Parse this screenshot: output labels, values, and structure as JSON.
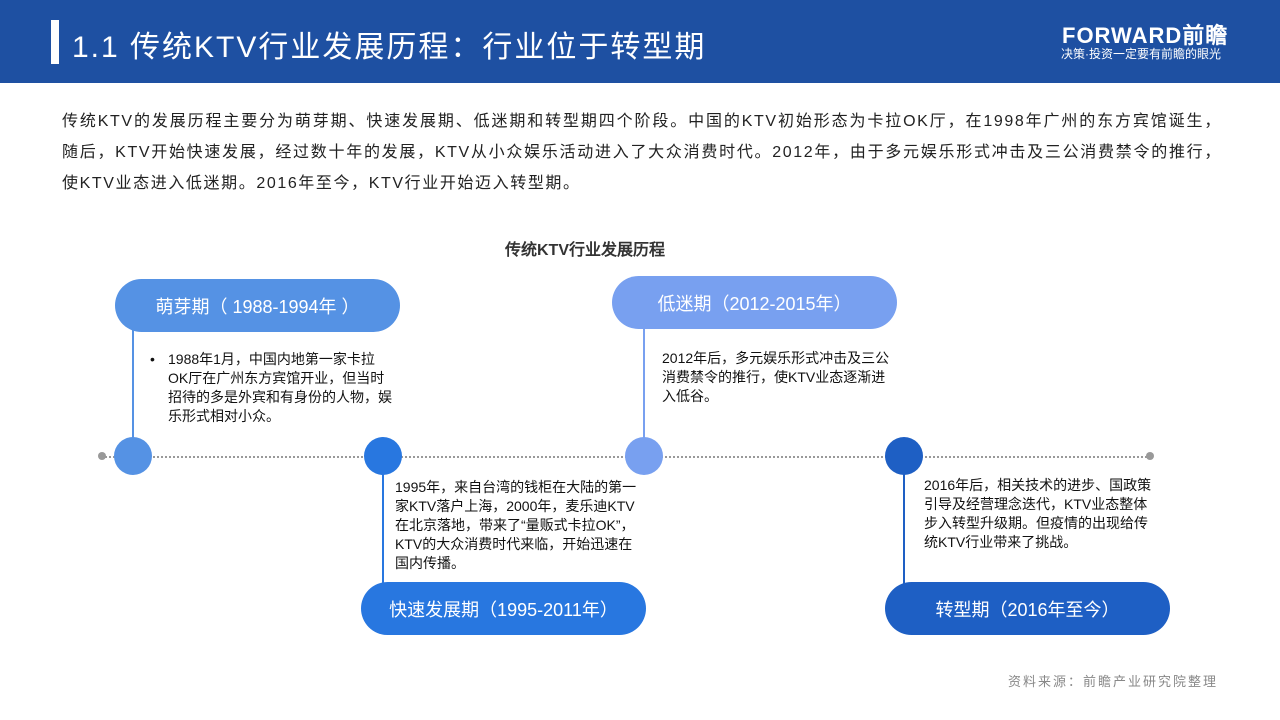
{
  "header": {
    "title": "1.1 传统KTV行业发展历程：行业位于转型期",
    "logo": "FORWARD前瞻",
    "slogan": "决策·投资一定要有前瞻的眼光"
  },
  "intro": "传统KTV的发展历程主要分为萌芽期、快速发展期、低迷期和转型期四个阶段。中国的KTV初始形态为卡拉OK厅，在1998年广州的东方宾馆诞生，随后，KTV开始快速发展，经过数十年的发展，KTV从小众娱乐活动进入了大众消费时代。2012年，由于多元娱乐形式冲击及三公消费禁令的推行，使KTV业态进入低迷期。2016年至今，KTV行业开始迈入转型期。",
  "chart_title": "传统KTV行业发展历程",
  "stages": [
    {
      "label": "萌芽期（ 1988-1994年 ）",
      "text": "1988年1月，中国内地第一家卡拉OK厅在广州东方宾馆开业，但当时招待的多是外宾和有身份的人物，娱乐形式相对小众。",
      "bullet": "•",
      "color": "#5592e4"
    },
    {
      "label": "快速发展期（1995-2011年）",
      "text": "1995年，来自台湾的钱柜在大陆的第一家KTV落户上海，2000年，麦乐迪KTV在北京落地，带来了“量贩式卡拉OK”，KTV的大众消费时代来临，开始迅速在国内传播。",
      "color": "#2877e0"
    },
    {
      "label": "低迷期（2012-2015年）",
      "text": "2012年后，多元娱乐形式冲击及三公消费禁令的推行，使KTV业态逐渐进入低谷。",
      "color": "#78a0f0"
    },
    {
      "label": "转型期（2016年至今）",
      "text": "2016年后，相关技术的进步、国政策引导及经营理念迭代，KTV业态整体步入转型升级期。但疫情的出现给传统KTV行业带来了挑战。",
      "color": "#1e5fc4"
    }
  ],
  "source": "资料来源：前瞻产业研究院整理"
}
